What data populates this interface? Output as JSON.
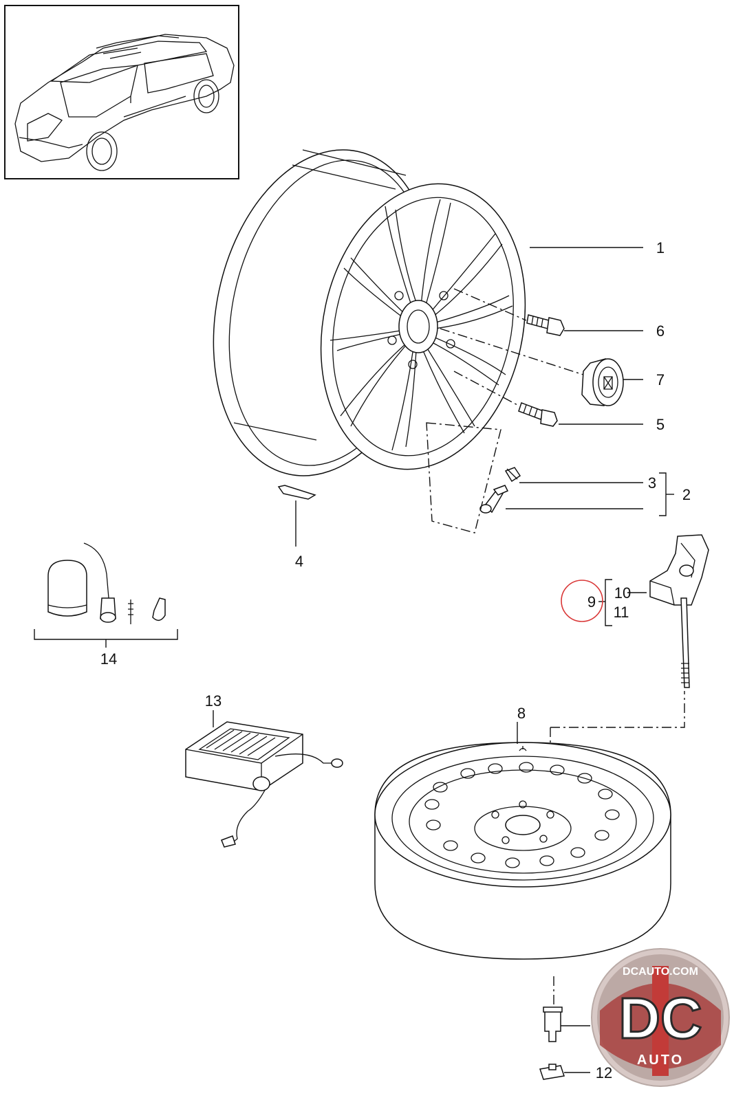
{
  "callouts": {
    "c1": "1",
    "c2": "2",
    "c3": "3",
    "c4": "4",
    "c5": "5",
    "c6": "6",
    "c7": "7",
    "c8": "8",
    "c9": "9",
    "c10": "10",
    "c11a": "11",
    "c11b": "11",
    "c12": "12",
    "c13": "13",
    "c14": "14"
  },
  "watermark": {
    "site": "DCAUTO.COM",
    "monogram": "DC",
    "word": "AUTO"
  },
  "colors": {
    "highlight_circle": "#d93636",
    "badge_red": "#a9423f",
    "line": "#111111"
  }
}
